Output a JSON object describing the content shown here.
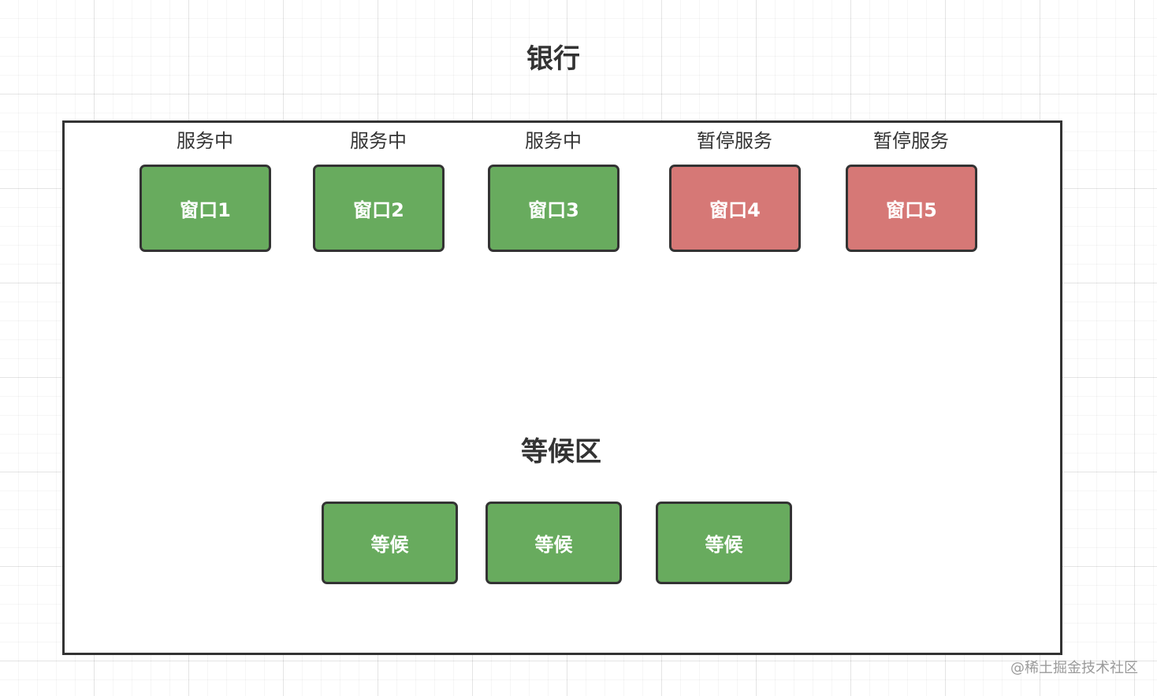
{
  "title": "银行",
  "windows": [
    {
      "status": "服务中",
      "label": "窗口1",
      "color": "#68ab5e"
    },
    {
      "status": "服务中",
      "label": "窗口2",
      "color": "#68ab5e"
    },
    {
      "status": "服务中",
      "label": "窗口3",
      "color": "#68ab5e"
    },
    {
      "status": "暂停服务",
      "label": "窗口4",
      "color": "#d67876"
    },
    {
      "status": "暂停服务",
      "label": "窗口5",
      "color": "#d67876"
    }
  ],
  "waiting_area": {
    "title": "等候区",
    "slots": [
      {
        "label": "等候",
        "color": "#68ab5e"
      },
      {
        "label": "等候",
        "color": "#68ab5e"
      },
      {
        "label": "等候",
        "color": "#68ab5e"
      }
    ]
  },
  "watermark": "@稀土掘金技术社区",
  "colors": {
    "serving": "#68ab5e",
    "paused": "#d67876",
    "border": "#333333"
  }
}
